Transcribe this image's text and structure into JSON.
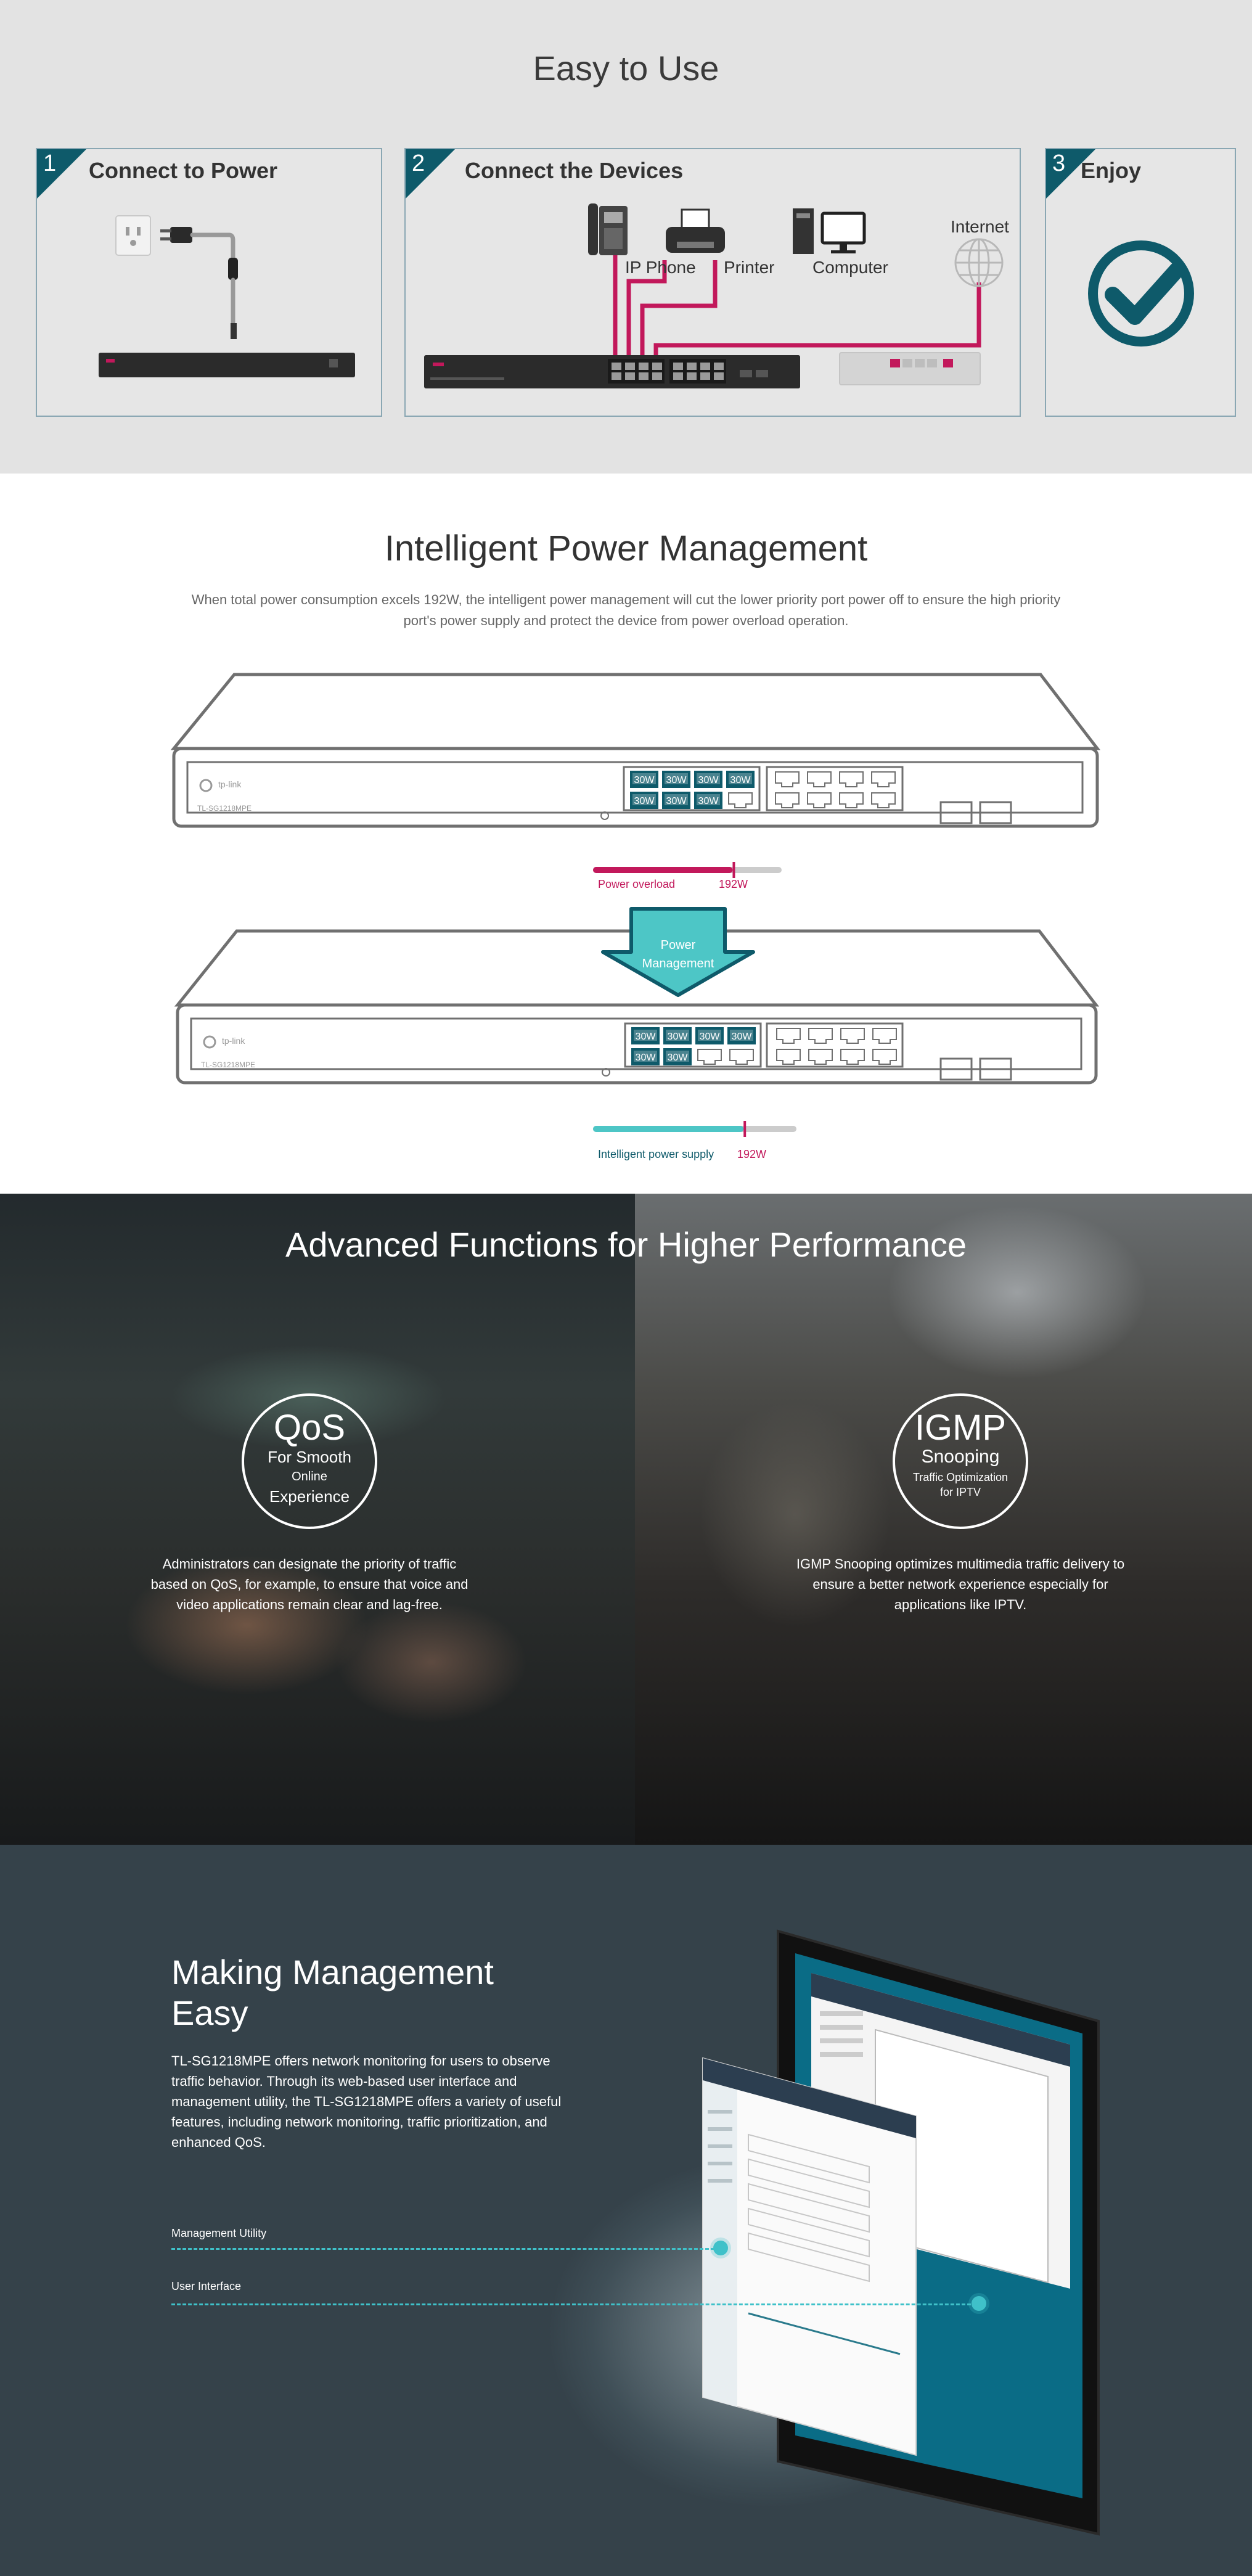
{
  "easy": {
    "title": "Easy to Use",
    "steps": [
      {
        "num": "1",
        "title": "Connect to Power"
      },
      {
        "num": "2",
        "title": "Connect the Devices",
        "devices": [
          "IP Phone",
          "Printer",
          "Computer",
          "Internet"
        ]
      },
      {
        "num": "3",
        "title": "Enjoy"
      }
    ]
  },
  "power": {
    "title": "Intelligent Power Management",
    "description": "When total power consumption excels 192W, the intelligent power management will cut the lower priority port power off to ensure the high priority port's power supply and protect the device from power overload operation.",
    "brand": "tp-link",
    "model": "TL-SG1218MPE",
    "port_label": "30W",
    "arrow_label": "Power Management",
    "overload_label": "Power overload",
    "supply_label": "Intelligent power supply",
    "limit_label": "192W",
    "overload_level": 0.74,
    "supply_level": 0.74,
    "active_ports_before": 7,
    "active_ports_after": 6,
    "colors": {
      "accent": "#0e5a6a",
      "overload": "#c2185b",
      "supply": "#4dc6c6"
    }
  },
  "advanced": {
    "title": "Advanced Functions for Higher Performance",
    "qos": {
      "big": "QoS",
      "line1": "For Smooth",
      "line2": "Online",
      "line3": "Experience",
      "description": "Administrators can designate the priority of traffic based on QoS, for example, to ensure that voice and video applications remain clear and lag-free."
    },
    "igmp": {
      "big": "IGMP",
      "line1": "Snooping",
      "line2": "Traffic Optimization for IPTV",
      "description": "IGMP Snooping optimizes multimedia traffic delivery to ensure a better network experience especially for applications like IPTV."
    }
  },
  "management": {
    "title": "Making Management Easy",
    "description": "TL-SG1218MPE offers network monitoring for users to observe traffic behavior. Through its web-based user interface and management utility, the TL-SG1218MPE offers a variety of useful features, including network monitoring, traffic prioritization, and enhanced QoS.",
    "utility_label": "Management Utility",
    "ui_label": "User Interface"
  }
}
